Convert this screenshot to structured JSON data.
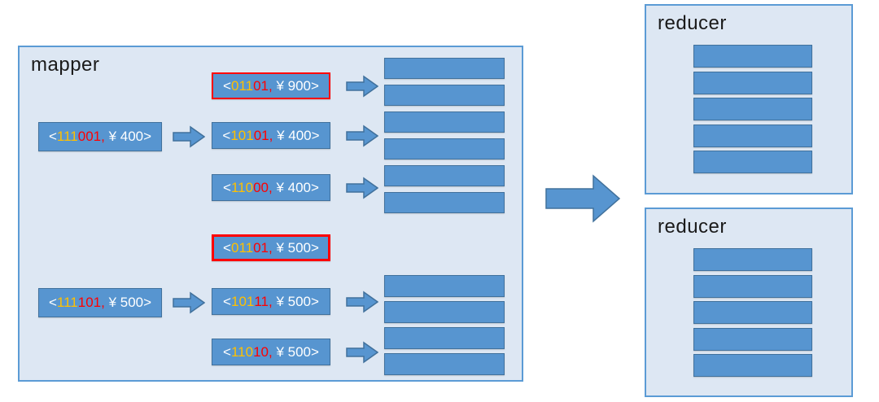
{
  "colors": {
    "panel_bg": "#dde7f3",
    "panel_border": "#5b9bd5",
    "bar_fill": "#5795d0",
    "bar_border": "#41719c",
    "digit_yellow": "#ffc000",
    "digit_red": "#ff0000",
    "text_white": "#ffffff",
    "highlight_border": "#ff0000",
    "label_color": "#1a1a1a"
  },
  "mapper": {
    "label": "mapper",
    "input_boxes": [
      {
        "open": "<",
        "yellow": "111",
        "red": "001",
        "comma": ",",
        "rest": " ¥ 400>"
      },
      {
        "open": "<",
        "yellow": "111",
        "red": "101",
        "comma": ",",
        "rest": " ¥ 500>"
      }
    ],
    "pair_boxes": [
      {
        "open": "<",
        "yellow": "011",
        "red": "01",
        "comma": ",",
        "rest": " ¥ 900>",
        "highlighted": true
      },
      {
        "open": "<",
        "yellow": "101",
        "red": "01",
        "comma": ",",
        "rest": " ¥ 400>",
        "highlighted": false
      },
      {
        "open": "<",
        "yellow": "110",
        "red": "00",
        "comma": ",",
        "rest": " ¥ 400>",
        "highlighted": false
      },
      {
        "open": "<",
        "yellow": "011",
        "red": "01",
        "comma": ",",
        "rest": " ¥ 500>",
        "highlighted": true
      },
      {
        "open": "<",
        "yellow": "101",
        "red": "11",
        "comma": ",",
        "rest": " ¥ 500>",
        "highlighted": false
      },
      {
        "open": "<",
        "yellow": "110",
        "red": "10",
        "comma": ",",
        "rest": " ¥ 500>",
        "highlighted": false
      }
    ],
    "output_slots": {
      "top_count": 6,
      "bottom_count": 4
    }
  },
  "reducers": [
    {
      "label": "reducer",
      "slot_count": 5
    },
    {
      "label": "reducer",
      "slot_count": 5
    }
  ]
}
